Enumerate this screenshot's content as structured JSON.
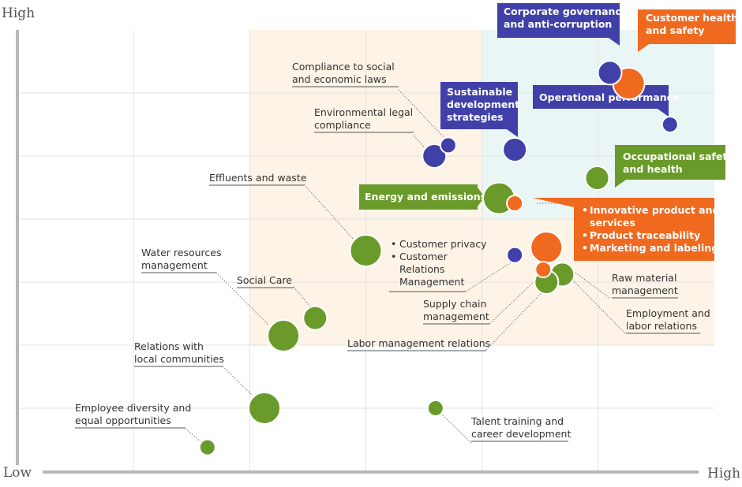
{
  "chart_data": {
    "type": "scatter",
    "title": "",
    "ylabel_high": "High",
    "xlabel_low": "Low",
    "xlabel_high": "High",
    "xlim": [
      0,
      11
    ],
    "ylim": [
      0,
      7
    ],
    "grid": true,
    "region_colors": {
      "medium": "#fdf3e6",
      "high": "#eaf5f5"
    },
    "series_colors": {
      "governance": "#4040a8",
      "social_product": "#ef6a1f",
      "environment_labor": "#6a9a2a"
    },
    "points": [
      {
        "id": "corporate-governance",
        "series": "governance",
        "x": 9.35,
        "y": 6.32,
        "size": 2,
        "label": [
          "Corporate governance",
          "and anti-corruption"
        ],
        "boxed": true
      },
      {
        "id": "customer-health",
        "series": "social_product",
        "x": 9.65,
        "y": 6.15,
        "size": 3,
        "label": [
          "Customer health",
          "and safety"
        ],
        "boxed": true
      },
      {
        "id": "operational-performance",
        "series": "governance",
        "x": 10.3,
        "y": 5.5,
        "size": 1,
        "label": [
          "Operational performance"
        ],
        "boxed": true
      },
      {
        "id": "sustainable-development",
        "series": "governance",
        "x": 7.85,
        "y": 5.1,
        "size": 2,
        "label": [
          "Sustainable",
          "development",
          "strategies"
        ],
        "boxed": true
      },
      {
        "id": "compliance-social-economic",
        "series": "governance",
        "x": 6.8,
        "y": 5.17,
        "size": 1,
        "label": [
          "Compliance to social",
          "and economic laws"
        ],
        "boxed": false
      },
      {
        "id": "environmental-compliance",
        "series": "governance",
        "x": 6.58,
        "y": 5.0,
        "size": 2,
        "label": [
          "Environmental legal",
          "compliance"
        ],
        "boxed": false
      },
      {
        "id": "occupational-safety",
        "series": "environment_labor",
        "x": 9.15,
        "y": 4.65,
        "size": 2,
        "label": [
          "Occupational safety",
          "and health"
        ],
        "boxed": true
      },
      {
        "id": "energy-emissions",
        "series": "environment_labor",
        "x": 7.6,
        "y": 4.33,
        "size": 3,
        "label": [
          "Energy and emissions"
        ],
        "boxed": true
      },
      {
        "id": "innovative-products",
        "series": "social_product",
        "x": 7.85,
        "y": 4.25,
        "size": 1,
        "label": [
          "Innovative product and",
          "services",
          "Product traceability",
          "Marketing and labeling"
        ],
        "bullets": [
          0,
          2,
          3
        ],
        "boxed": true
      },
      {
        "id": "effluents-waste",
        "series": "environment_labor",
        "x": 5.5,
        "y": 3.5,
        "size": 3,
        "label": [
          "Effluents and waste"
        ],
        "boxed": false
      },
      {
        "id": "customer-privacy",
        "series": "governance",
        "x": 7.85,
        "y": 3.43,
        "size": 1,
        "label": [
          "Customer privacy",
          "Customer",
          "Relations",
          "Management"
        ],
        "bullets": [
          0,
          1
        ],
        "boxed": false
      },
      {
        "id": "customer-orange-cluster",
        "series": "social_product",
        "x": 8.35,
        "y": 3.55,
        "size": 3,
        "label": [],
        "boxed": false
      },
      {
        "id": "raw-material",
        "series": "environment_labor",
        "x": 8.6,
        "y": 3.12,
        "size": 2,
        "label": [
          "Raw material",
          "management"
        ],
        "boxed": false
      },
      {
        "id": "employment-labor",
        "series": "environment_labor",
        "x": 8.35,
        "y": 3.0,
        "size": 2,
        "label": [
          "Employment and",
          "labor relations"
        ],
        "boxed": false
      },
      {
        "id": "supply-chain",
        "series": "social_product",
        "x": 8.3,
        "y": 3.2,
        "size": 1,
        "label": [
          "Supply chain",
          "management"
        ],
        "boxed": false
      },
      {
        "id": "labor-management",
        "series": "environment_labor",
        "x": 8.35,
        "y": 3.0,
        "size": 2,
        "label": [
          "Labor management relations"
        ],
        "boxed": false
      },
      {
        "id": "social-care",
        "series": "environment_labor",
        "x": 4.7,
        "y": 2.43,
        "size": 2,
        "label": [
          "Social Care"
        ],
        "boxed": false
      },
      {
        "id": "water-resources",
        "series": "environment_labor",
        "x": 4.2,
        "y": 2.15,
        "size": 3,
        "label": [
          "Water resources",
          "management"
        ],
        "boxed": false
      },
      {
        "id": "local-communities",
        "series": "environment_labor",
        "x": 3.9,
        "y": 1.0,
        "size": 3,
        "label": [
          "Relations with",
          "local communities"
        ],
        "boxed": false
      },
      {
        "id": "talent-training",
        "series": "environment_labor",
        "x": 6.6,
        "y": 1.0,
        "size": 1,
        "label": [
          "Talent training and",
          "career development"
        ],
        "boxed": false
      },
      {
        "id": "employee-diversity",
        "series": "environment_labor",
        "x": 3.0,
        "y": 0.38,
        "size": 1,
        "label": [
          "Employee diversity and",
          "equal opportunities"
        ],
        "boxed": false
      }
    ]
  }
}
